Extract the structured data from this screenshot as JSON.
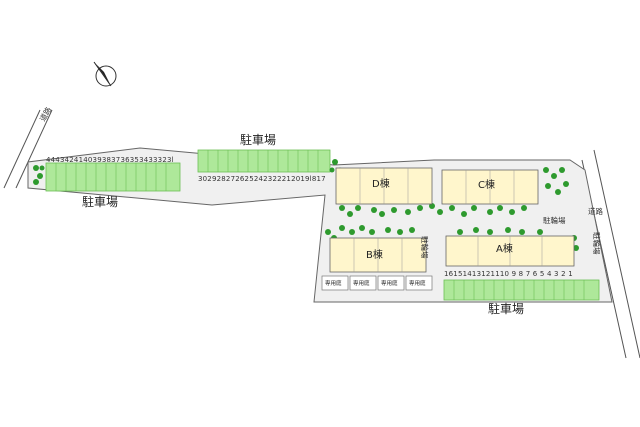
{
  "labels": {
    "road_left": "道路",
    "road_right": "道路",
    "parking_top": "駐車場",
    "parking_left": "駐車場",
    "parking_bottom": "駐車場",
    "bike_parking_right": "駐輪場",
    "bike_parking_center": "駐輪場",
    "bike_parking_vertical": "駐輪場"
  },
  "buildings": {
    "a": "A棟",
    "b": "B棟",
    "c": "C棟",
    "d": "D棟"
  },
  "storage_label": "専用庭",
  "parking_numbers": {
    "left_row": "444342414039383736353433323l",
    "top_row": "302928272625242322212019l817",
    "bottom_row": "16151413121110 9 8 7 6 5 4 3 2 1"
  },
  "colors": {
    "parking_green": "#aee89a",
    "parking_stroke": "#6cbf55",
    "building_fill": "#fff6cc",
    "tree_green": "#2e9a2e",
    "lot_fill": "#f0f0f0",
    "outline": "#666666"
  },
  "icons": {
    "north": "north-arrow-icon"
  }
}
